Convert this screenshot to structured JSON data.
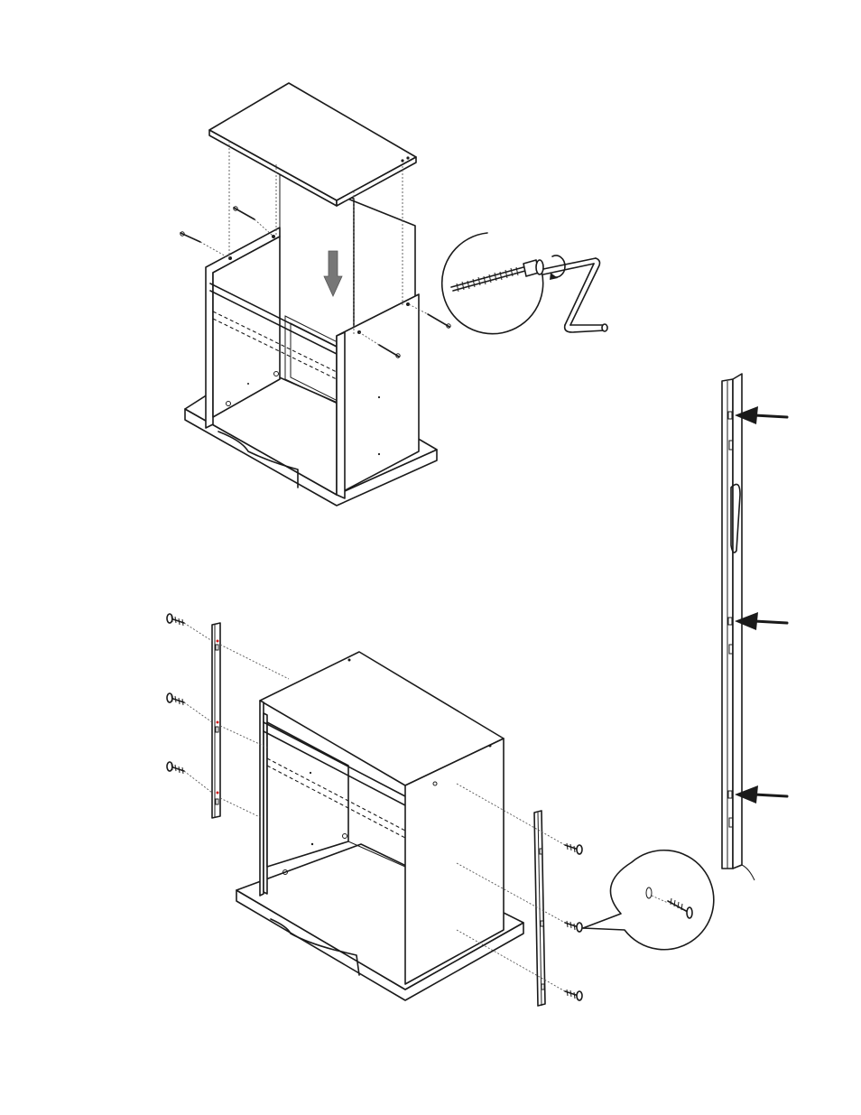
{
  "figure": {
    "steps": [
      "attach-top-panel",
      "attach-back-rails"
    ],
    "callout_arrows": 3,
    "colors": {
      "line": "#1a1a1a",
      "paper": "#ffffff",
      "arrow": "#777777",
      "marker": "#d11a1a"
    },
    "icons": [
      "down-arrow-icon",
      "cam-screw-icon",
      "allen-key-icon",
      "rotate-icon",
      "wood-screw-icon",
      "pointer-arrow-icon"
    ]
  }
}
